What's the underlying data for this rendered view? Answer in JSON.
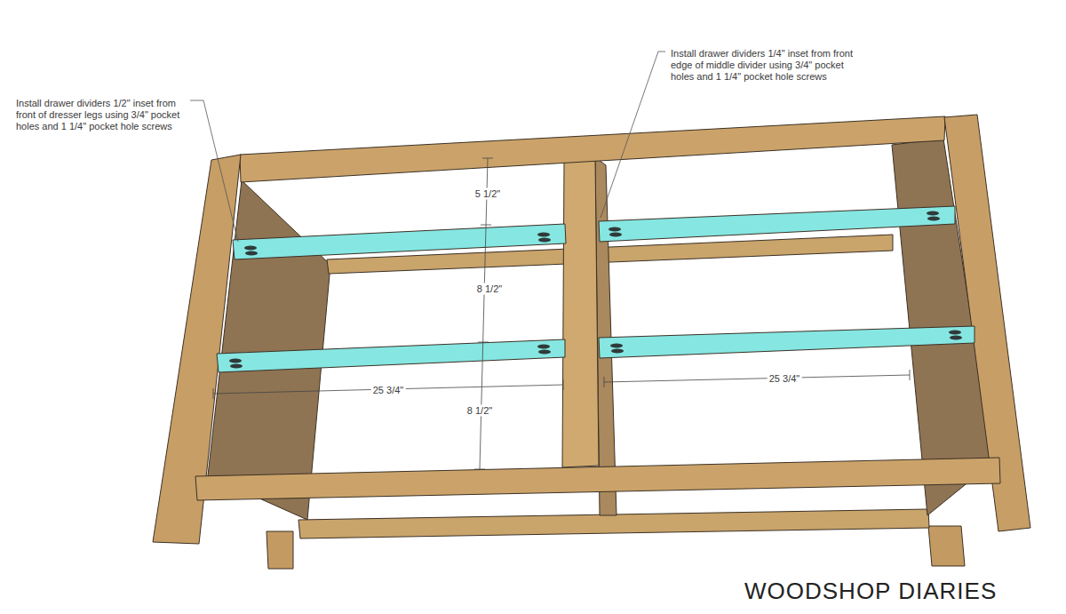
{
  "diagram": {
    "labels": [
      "Install drawer dividers 1/2\" inset from front of dresser legs using 3/4\" pocket holes and 1 1/4\" pocket hole screws",
      "Install drawer dividers 1/4\" inset from front edge of middle divider using 3/4\" pocket holes and 1 1/4\" pocket hole screws",
      "5 1/2\"",
      "8 1/2\"",
      "8 1/2\"",
      "25 3/4\"",
      "25 3/4\"",
      "WOODSHOP DIARIES"
    ]
  }
}
